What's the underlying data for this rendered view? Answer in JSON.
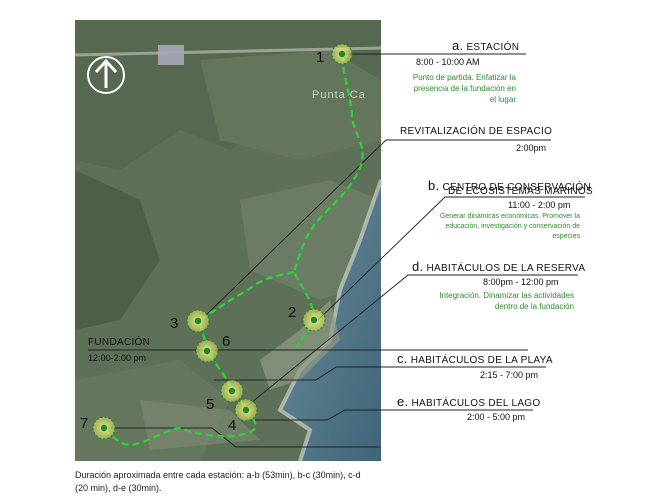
{
  "map": {
    "place_label": "Punta Ca",
    "north_arrow_icon": "north-arrow-icon",
    "route_color": "#2bd13a",
    "station_color": "#1c8a2a"
  },
  "stations": [
    {
      "number": "1",
      "letter": "a.",
      "title": "ESTACIÓN",
      "time": "8:00  - 10:00 AM",
      "note": [
        "Punto de partida.  Enfatizar la",
        "presencia de la fundación  en",
        "el lugar"
      ]
    },
    {
      "number": "3",
      "letter": "",
      "title": "REVITALIZACIÓN DE ESPACIO",
      "time": "2:00pm",
      "note": []
    },
    {
      "number": "",
      "letter": "b.",
      "title": "CENTRO DE CONSERVACIÓN",
      "title2": "DE ECOSISTEMAS MARINOS",
      "time": "11:00 - 2:00 pm",
      "note": [
        "Generar dinámicas económicas.  Promover la",
        "educación, investigación y conservación de",
        "especies"
      ]
    },
    {
      "number": "2",
      "letter": "d.",
      "title": "HABITÁCULOS  DE LA RESERVA",
      "time": "8:00pm  - 12:00 pm",
      "note": [
        "Integración. Dinamizar las actividades",
        "dentro de la fundación"
      ]
    },
    {
      "number": "6",
      "letter": "",
      "title": "FUNDACIÓN",
      "time": "12:00-2:00 pm",
      "note": []
    },
    {
      "number": "5",
      "letter": "c.",
      "title": "HABITÁCULOS  DE LA PLAYA",
      "time": "2:15 - 7:00 pm",
      "note": []
    },
    {
      "number": "4",
      "letter": "e.",
      "title": "HABITÁCULOS  DEL LAGO",
      "time": "2:00 - 5:00 pm",
      "note": []
    },
    {
      "number": "7",
      "letter": "",
      "title": "",
      "time": "",
      "note": []
    }
  ],
  "footer": "Duración aproximada entre cada estación: a-b (53min), b-c (30min), c-d (20 min), d-e (30min)."
}
